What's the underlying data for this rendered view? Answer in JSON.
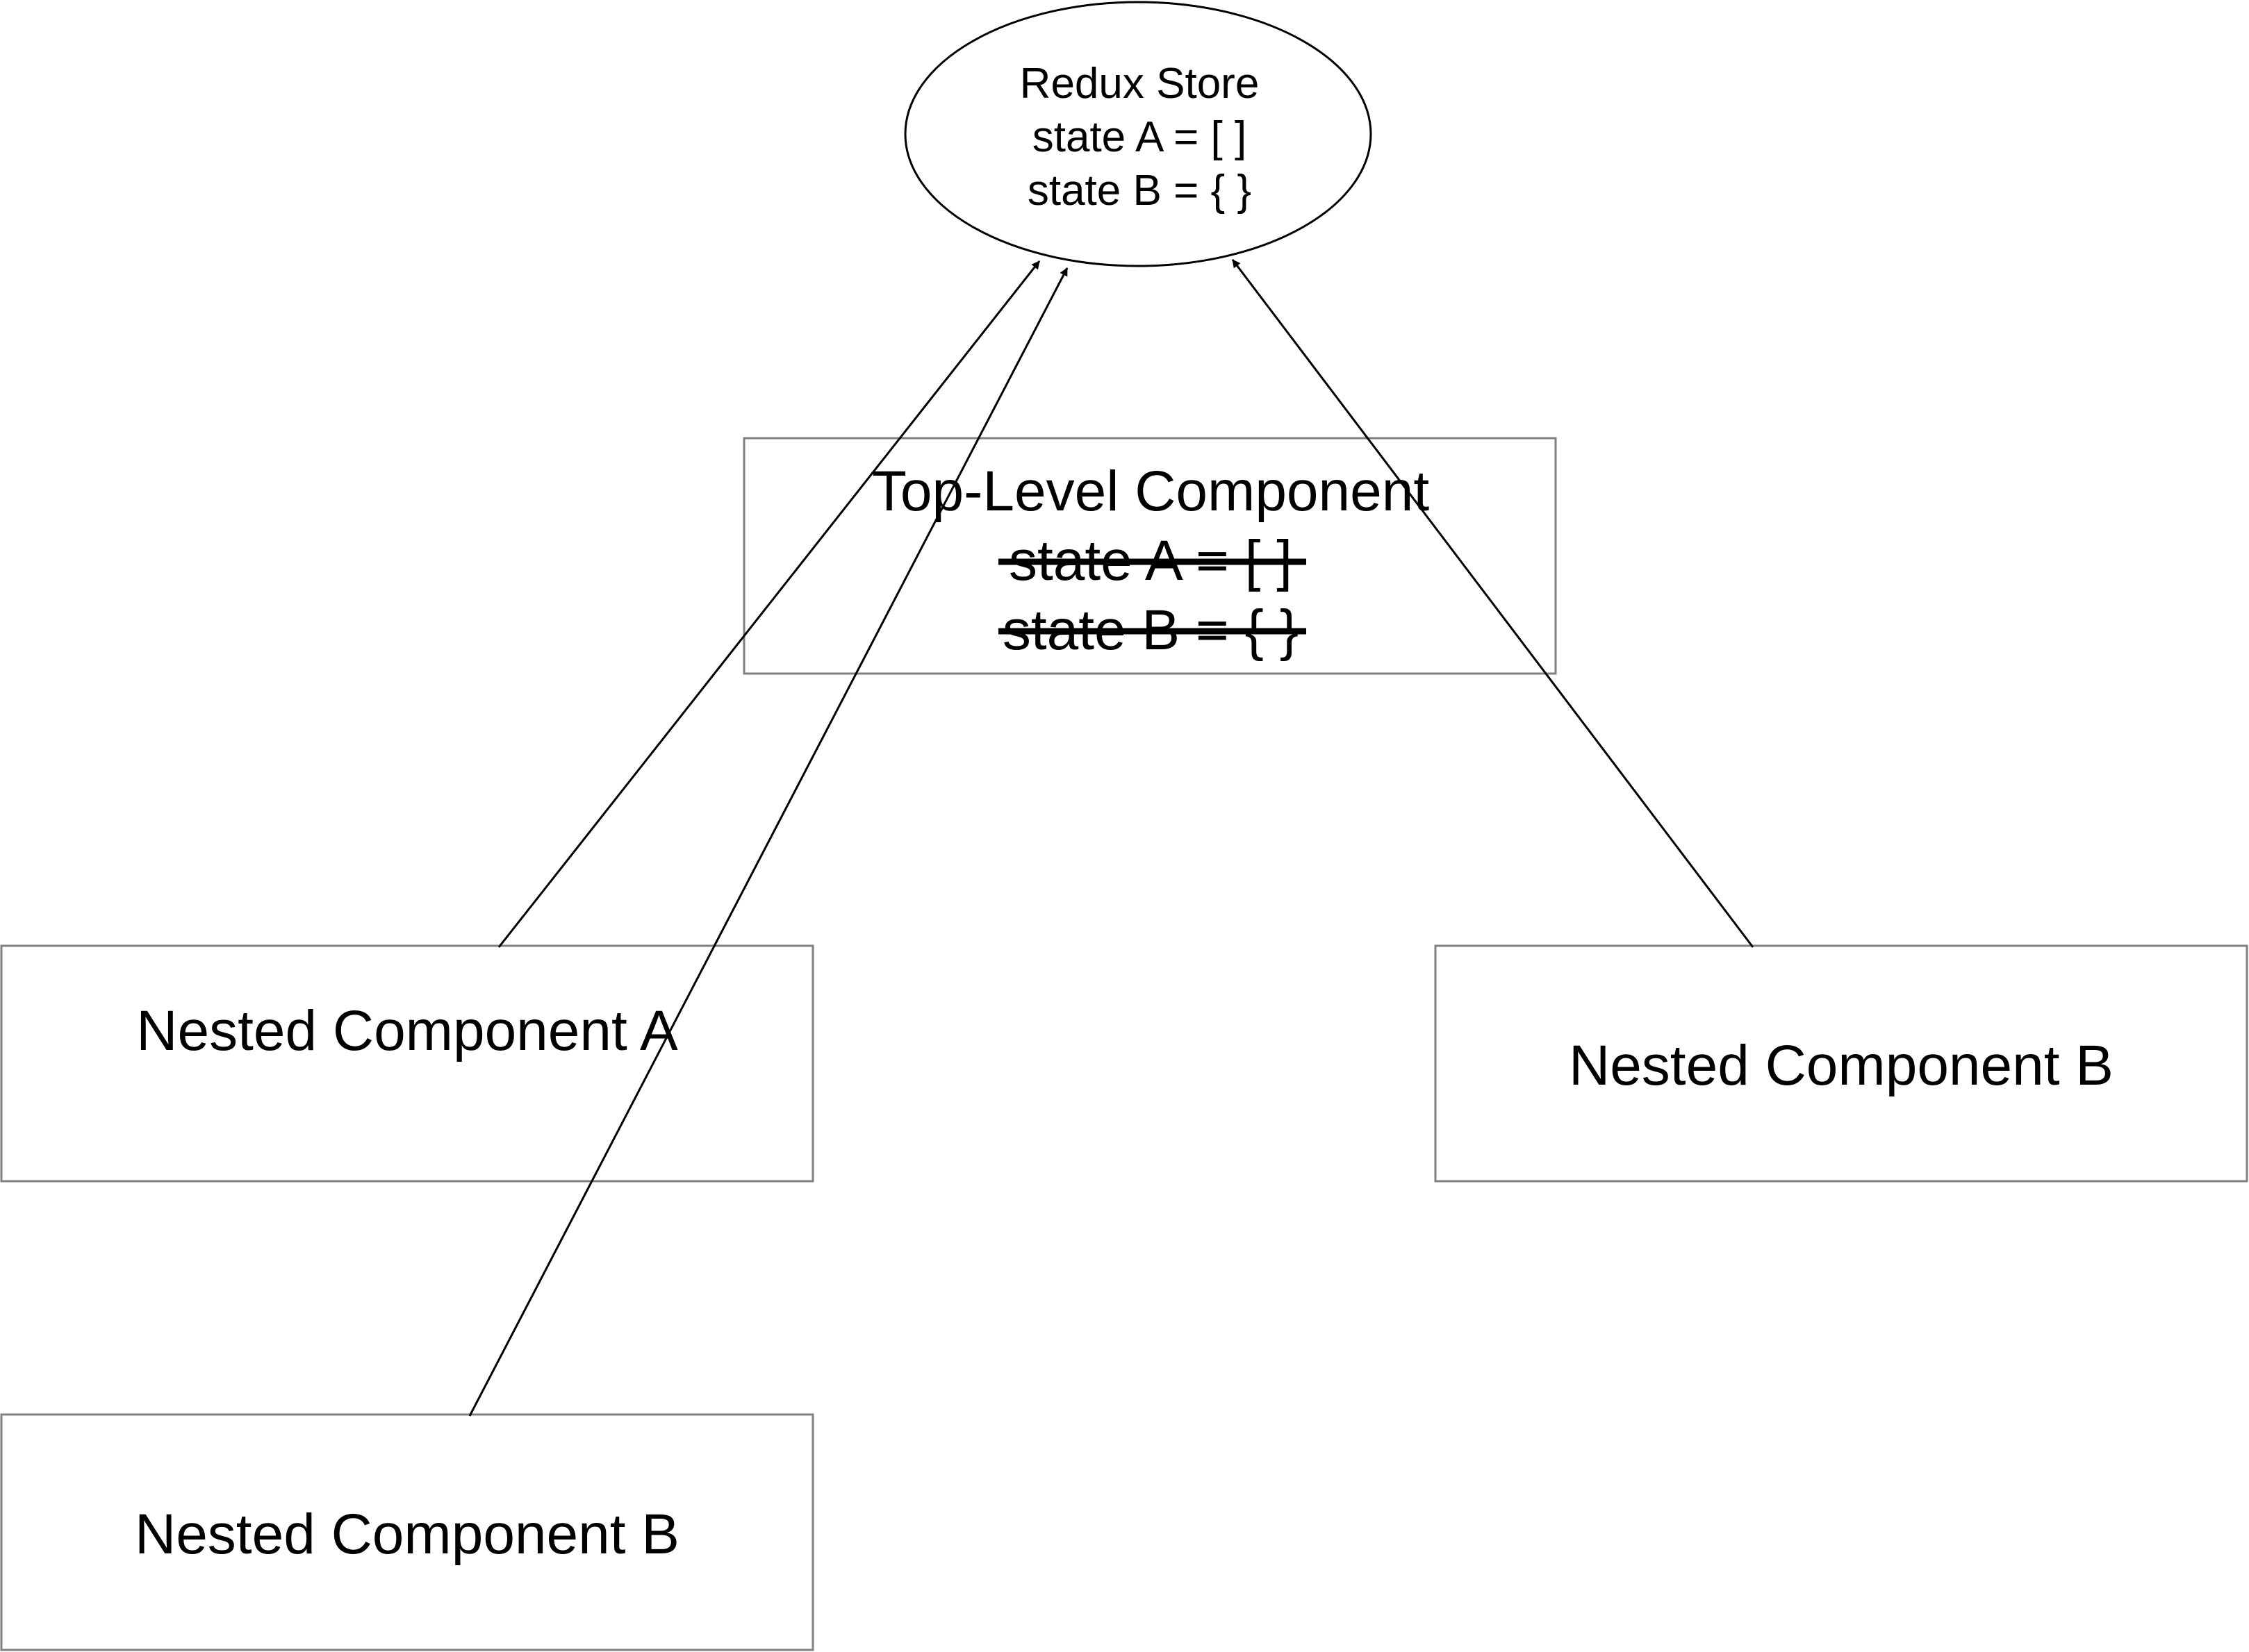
{
  "redux_store": {
    "title": "Redux Store",
    "line_a": "state A = [ ]",
    "line_b": "state B = { }"
  },
  "top_level_component": {
    "title": "Top-Level Component",
    "struck_line_a": "state A = [ ]",
    "struck_line_b": "state B = { }"
  },
  "nested_component_a": {
    "title": "Nested Component A"
  },
  "nested_component_b_right": {
    "title": "Nested Component B"
  },
  "nested_component_b_left": {
    "title": "Nested Component B"
  },
  "colors": {
    "line": "#000000",
    "box_border": "#808080",
    "background": "#ffffff"
  }
}
